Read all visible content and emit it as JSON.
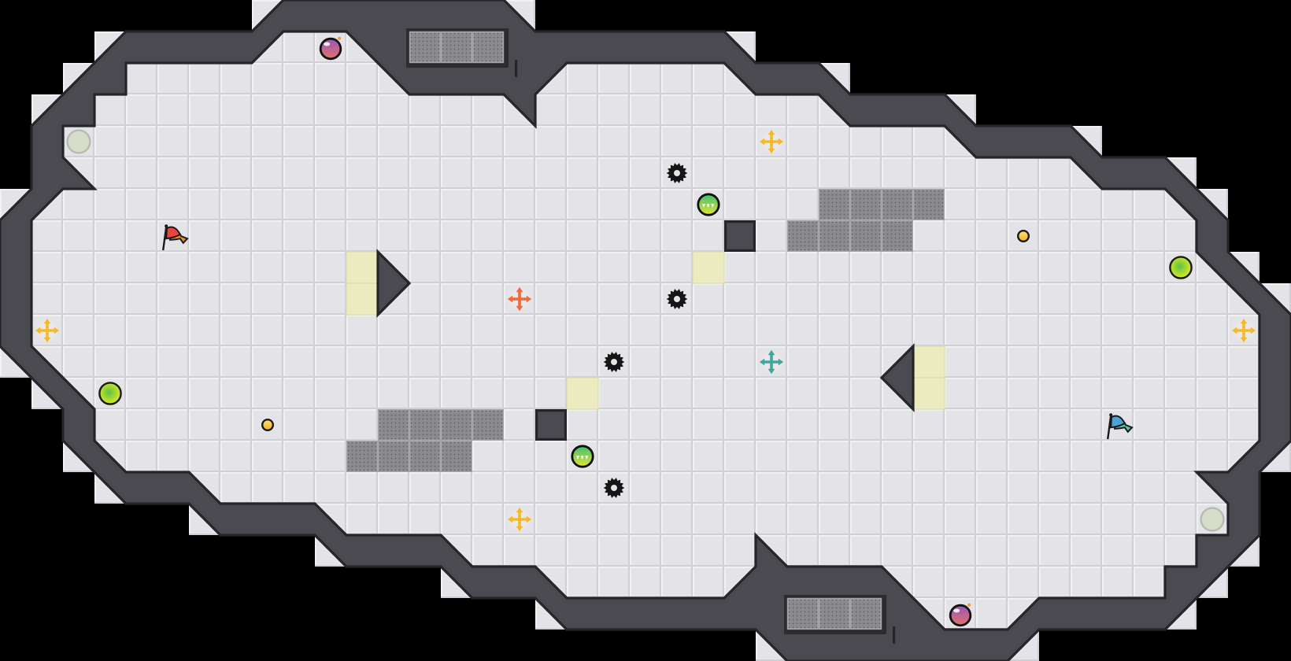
{
  "palette": {
    "background": "#000000",
    "floor": "#e4e4e8",
    "floor_shadow": "#cfcfd6",
    "floor_highlight": "#f3f3f6",
    "wall": "#4b4a50",
    "wall_edge": "#26262a",
    "pad": "#ecebbf",
    "grate": "#8c8c90",
    "grate_dot": "#6c6c70",
    "panel": "#a2a2a6"
  },
  "entities": [
    {
      "id": "bomb-top",
      "kind": "bomb",
      "color": "#9a55b8",
      "accent": "#e0736a"
    },
    {
      "id": "bomb-bottom",
      "kind": "bomb",
      "color": "#9a55b8",
      "accent": "#e0736a"
    },
    {
      "id": "pad-left",
      "kind": "spawn-pad",
      "color": "#d6ddc9"
    },
    {
      "id": "pad-right",
      "kind": "spawn-pad",
      "color": "#d6ddc9"
    },
    {
      "id": "flag-red",
      "kind": "flag",
      "color": "#e8453c",
      "accent": "#f08a2b"
    },
    {
      "id": "flag-blue",
      "kind": "flag",
      "color": "#4aa3d8",
      "accent": "#5cc49a"
    },
    {
      "id": "move-yellow-1",
      "kind": "move-arrows",
      "color": "#f7b928"
    },
    {
      "id": "move-yellow-2",
      "kind": "move-arrows",
      "color": "#f7b928"
    },
    {
      "id": "move-yellow-3",
      "kind": "move-arrows",
      "color": "#f7b928"
    },
    {
      "id": "move-yellow-4",
      "kind": "move-arrows",
      "color": "#f7b928"
    },
    {
      "id": "move-orange",
      "kind": "move-arrows",
      "color": "#f06a3a"
    },
    {
      "id": "move-teal",
      "kind": "move-arrows",
      "color": "#3fa79b"
    },
    {
      "id": "gear-1",
      "kind": "gear",
      "color": "#151515"
    },
    {
      "id": "gear-2",
      "kind": "gear",
      "color": "#151515"
    },
    {
      "id": "gear-3",
      "kind": "gear",
      "color": "#151515"
    },
    {
      "id": "gear-4",
      "kind": "gear",
      "color": "#151515"
    },
    {
      "id": "speed-orb-1",
      "kind": "striped-orb",
      "color": "#3fbf6a",
      "accent": "#e6e23a"
    },
    {
      "id": "speed-orb-2",
      "kind": "striped-orb",
      "color": "#3fbf6a",
      "accent": "#e6e23a"
    },
    {
      "id": "lime-orb-1",
      "kind": "lime-orb",
      "color": "#5ec04a",
      "accent": "#e8ef1a"
    },
    {
      "id": "lime-orb-2",
      "kind": "lime-orb",
      "color": "#5ec04a",
      "accent": "#e8ef1a"
    },
    {
      "id": "coin-1",
      "kind": "coin",
      "color": "#f5b21c",
      "accent": "#ffe27a"
    },
    {
      "id": "coin-2",
      "kind": "coin",
      "color": "#f5b21c",
      "accent": "#ffe27a"
    }
  ]
}
